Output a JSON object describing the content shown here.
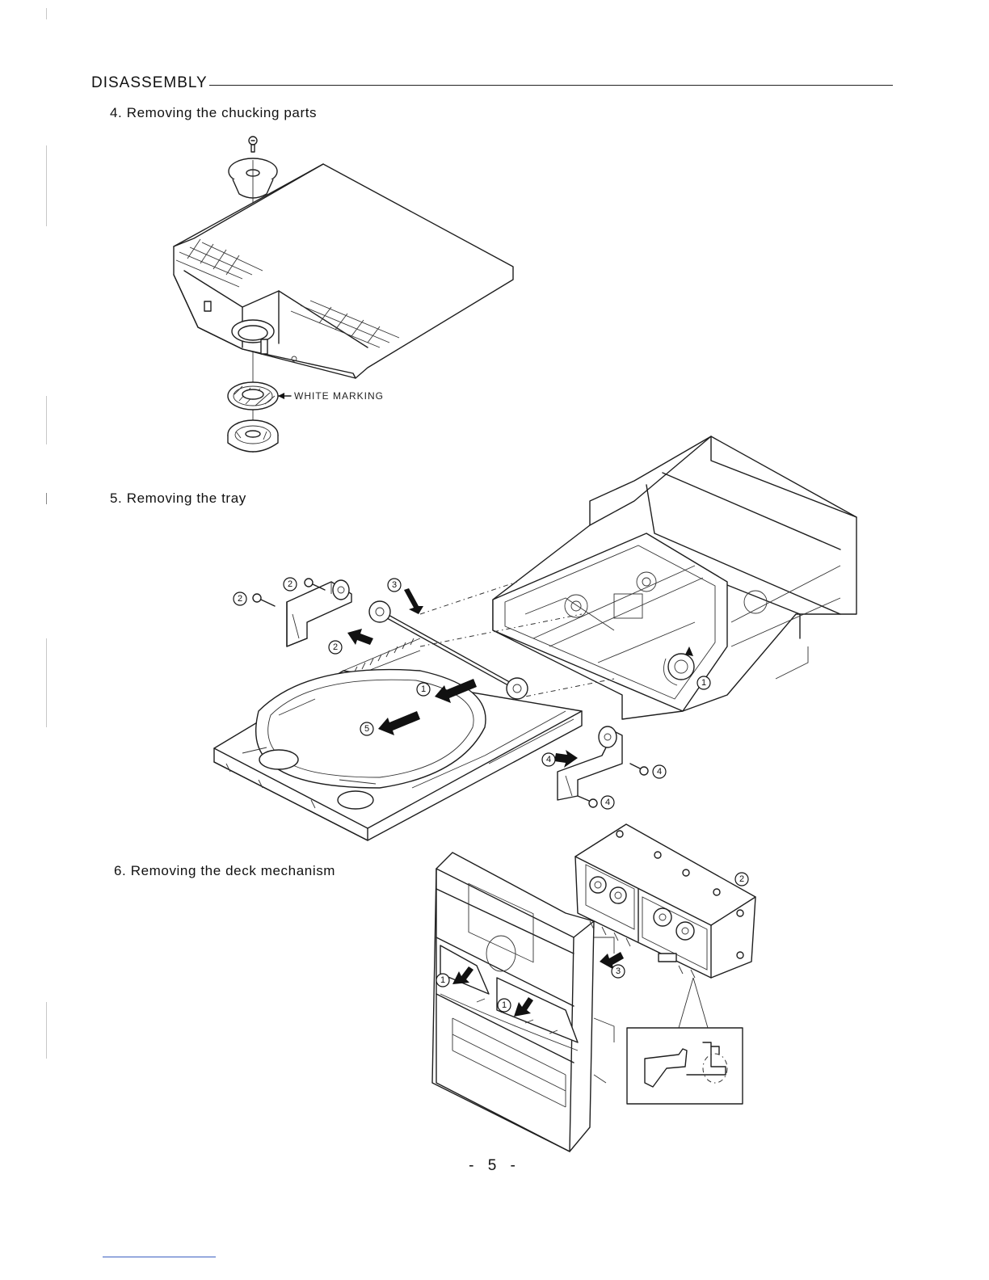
{
  "heading": "DISASSEMBLY",
  "sections": [
    {
      "title": "4. Removing the chucking parts",
      "labels": {
        "marking": "WHITE MARKING"
      }
    },
    {
      "title": "5. Removing the tray",
      "callouts": {
        "one": "1",
        "two": "2",
        "three": "3",
        "four": "4",
        "five": "5"
      }
    },
    {
      "title": "6. Removing the deck mechanism",
      "callouts": {
        "one": "1",
        "two": "2",
        "three": "3"
      }
    }
  ],
  "page_number": "- 5 -"
}
